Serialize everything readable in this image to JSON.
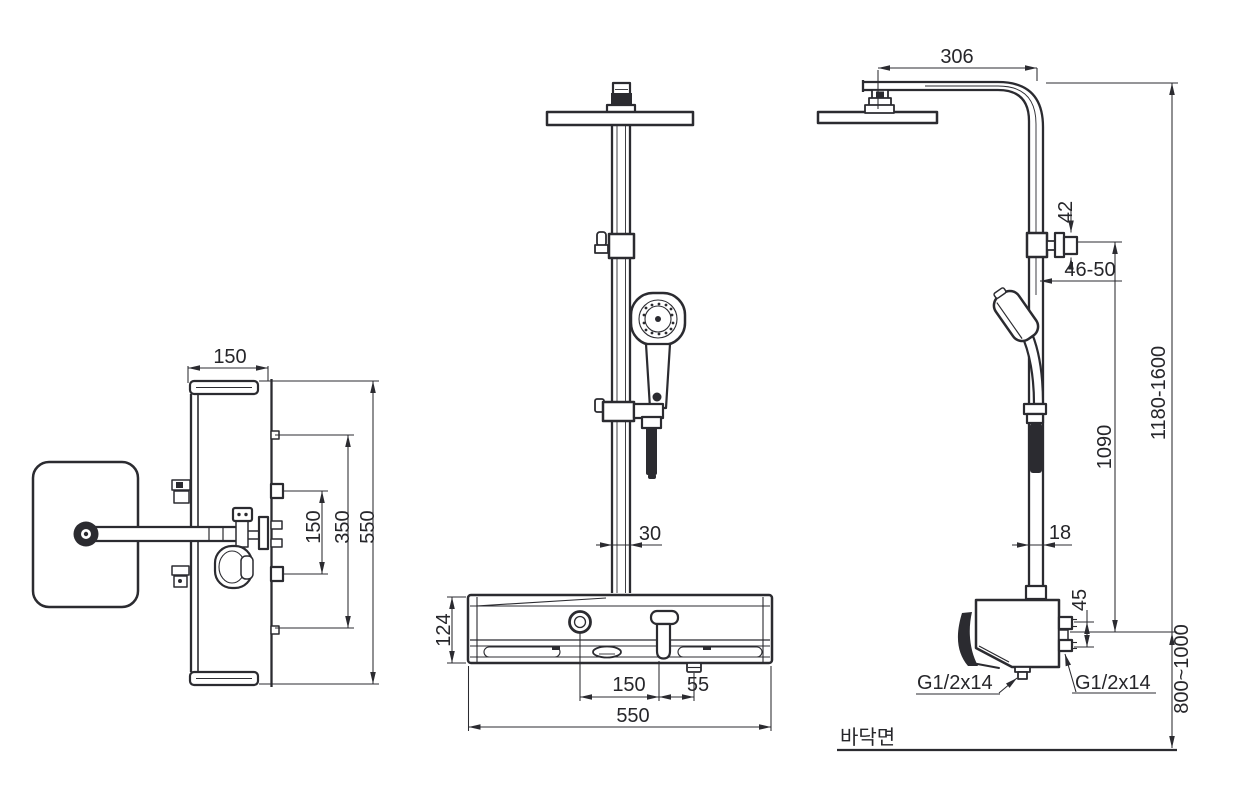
{
  "drawing": {
    "background": "#ffffff",
    "line_color": "#2b2b30",
    "views": {
      "top": {
        "dim_depth": "150",
        "dim_hole_spacing": "150",
        "dim_bracket_span": "350",
        "dim_overall": "550"
      },
      "front": {
        "dim_pipe_width": "30",
        "dim_panel_height": "124",
        "dim_control_spacing": "150",
        "dim_outlet_offset": "55",
        "dim_panel_width": "550"
      },
      "side": {
        "dim_arm_reach": "306",
        "dim_flange": "42",
        "dim_wall_clearance": "46-50",
        "dim_pipe_dia": "18",
        "dim_outlet_size": "45",
        "dim_outlet_height": "1090",
        "dim_total_height": "1180-1600",
        "dim_inlet_height": "800~1000",
        "thread_bottom": "G1/2x14",
        "thread_wall": "G1/2x14",
        "floor_label": "바닥면"
      }
    }
  }
}
